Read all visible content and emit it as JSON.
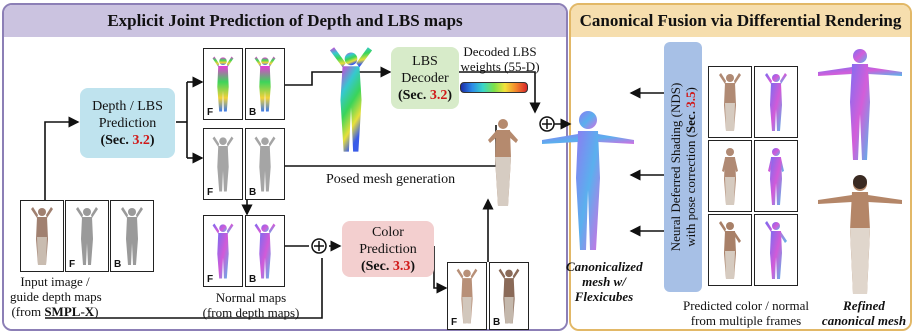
{
  "left_panel": {
    "title": "Explicit Joint Prediction of Depth and LBS maps"
  },
  "right_panel": {
    "title": "Canonical Fusion via Differential Rendering"
  },
  "depth_lbs_box": {
    "line1": "Depth / LBS",
    "line2": "Prediction",
    "ref_open": "(Sec. ",
    "ref_num": "3.2",
    "ref_close": ")"
  },
  "lbs_decoder_box": {
    "line1": "LBS",
    "line2": "Decoder",
    "ref_open": "(Sec. ",
    "ref_num": "3.2",
    "ref_close": ")"
  },
  "color_pred_box": {
    "line1": "Color",
    "line2": "Prediction",
    "ref_open": "(Sec. ",
    "ref_num": "3.3",
    "ref_close": ")"
  },
  "nds_box": {
    "line1": "Neural Deferred Shading (NDS)",
    "line2": "with pose correction (",
    "ref_pre": "Sec. ",
    "ref_num": "3.5",
    "ref_close": ")"
  },
  "labels": {
    "decoded_lbs_1": "Decoded LBS",
    "decoded_lbs_2": "weights (55-D)",
    "posed_mesh": "Posed mesh generation",
    "input_1": "Input image /",
    "input_2": "guide depth maps",
    "input_3_open": "(from ",
    "input_3_bold": "SMPL-X",
    "input_3_close": ")",
    "normal_1": "Normal maps",
    "normal_2": "(from depth maps)",
    "canon_1": "Canonicalized",
    "canon_2": "mesh w/",
    "canon_3": "Flexicubes",
    "pred_1": "Predicted color / normal",
    "pred_2": "from multiple frames",
    "refined_1": "Refined",
    "refined_2": "canonical mesh"
  },
  "frame_tags": {
    "front": "F",
    "back": "B"
  },
  "colors": {
    "left_border": "#8c7fb6",
    "right_border": "#e2b867",
    "depth_lbs_fill": "#bfe3ee",
    "lbs_decoder_fill": "#d7ebc9",
    "color_pred_fill": "#f3cfcf",
    "nds_fill": "#a7c0e6",
    "ref_red": "#d01818"
  }
}
